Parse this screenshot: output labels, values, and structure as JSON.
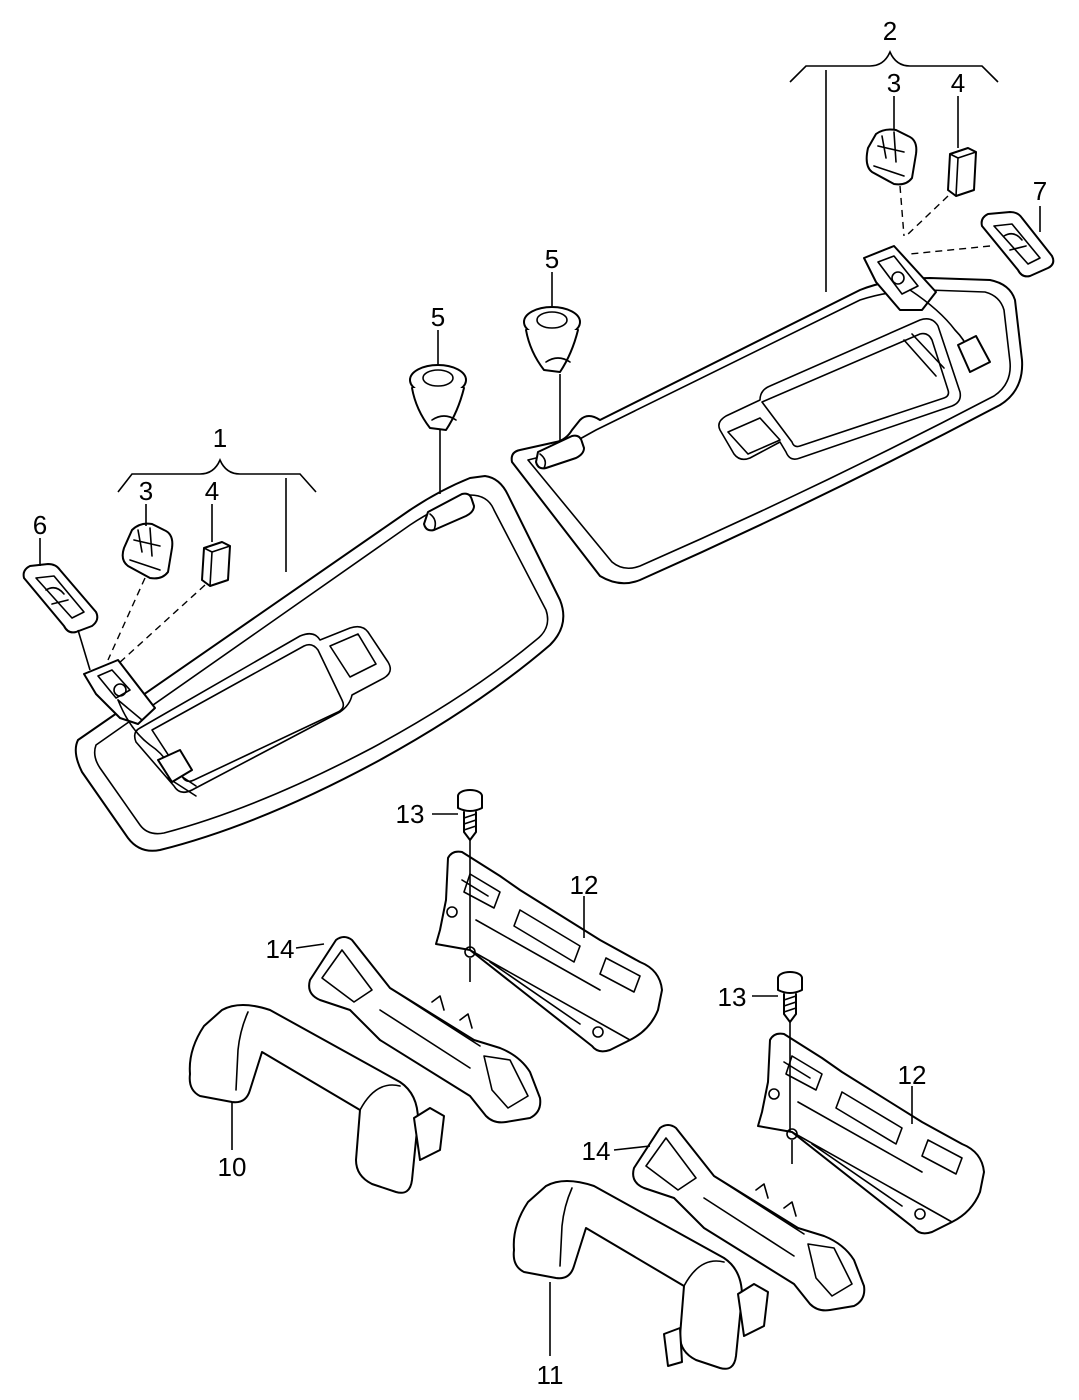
{
  "callouts": {
    "c1": "1",
    "c2": "2",
    "c3a": "3",
    "c4a": "4",
    "c3b": "3",
    "c4b": "4",
    "c5a": "5",
    "c5b": "5",
    "c6": "6",
    "c7": "7",
    "c10": "10",
    "c11": "11",
    "c12a": "12",
    "c12b": "12",
    "c13a": "13",
    "c13b": "13",
    "c14a": "14",
    "c14b": "14"
  }
}
